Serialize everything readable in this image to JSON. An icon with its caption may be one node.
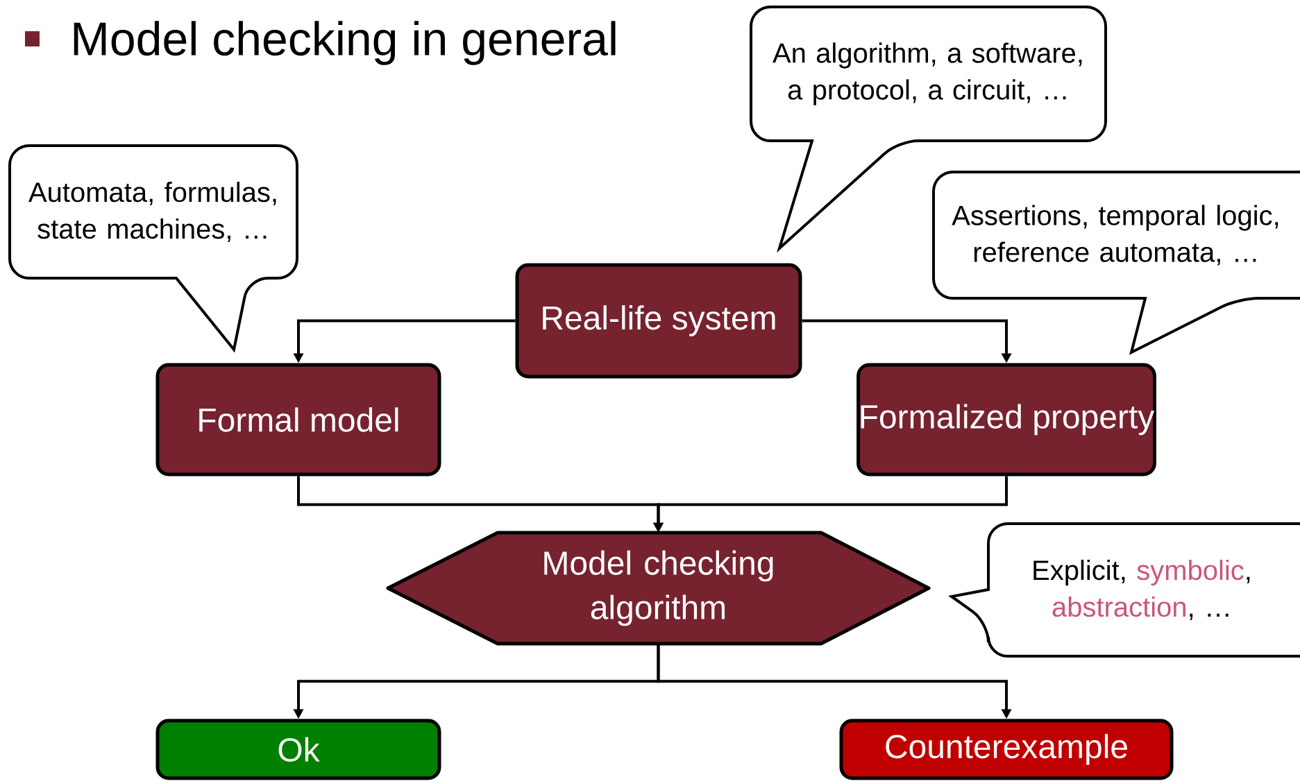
{
  "diagram": {
    "title": "Model checking in general",
    "nodes": [
      {
        "text": [
          "An algorithm, a software, a protocol, a circuit, …"
        ]
      },
      {
        "text": [
          "Automata, formulas, state machines, …"
        ]
      },
      {
        "text": [
          "Assertions, temporal logic, reference automata, …"
        ]
      },
      {
        "text": [
          "Real-life system"
        ]
      },
      {
        "text": [
          "Formal model"
        ]
      },
      {
        "text": [
          "Formalized property"
        ]
      },
      {
        "text": [
          "Model checking algorithm"
        ]
      },
      {
        "text": [
          "Explicit, *symbolic*, *abstraction*, …"
        ]
      },
      {
        "text": [
          "Ok"
        ]
      },
      {
        "text": [
          "Counterexample"
        ]
      }
    ],
    "edges": [
      {
        "from": 3,
        "to": 4,
        "arrow": "to"
      },
      {
        "from": 3,
        "to": 5,
        "arrow": "to"
      },
      {
        "from": 4,
        "to": 6,
        "arrow": "to"
      },
      {
        "from": 5,
        "to": 6,
        "arrow": "to"
      },
      {
        "from": 6,
        "to": 8,
        "arrow": "to"
      },
      {
        "from": 6,
        "to": 9,
        "arrow": "to"
      }
    ]
  }
}
